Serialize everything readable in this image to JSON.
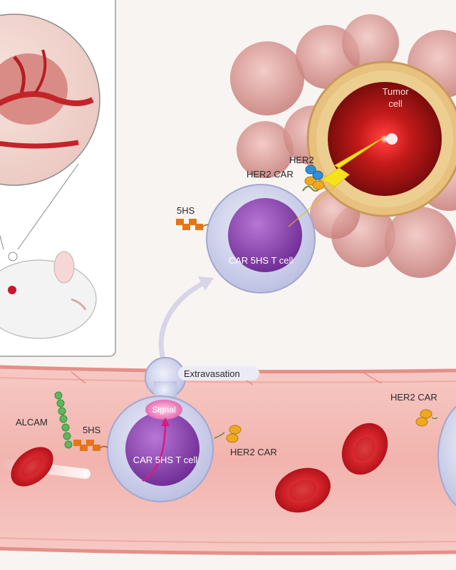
{
  "labels": {
    "tumor_cell": "Tumor\ncell",
    "her2": "HER2",
    "her2_car_top": "HER2 CAR",
    "fivehs_top": "5HS",
    "car_cell_top": "CAR 5HS T cell",
    "extravasation": "Extravasation",
    "signal": "Signal",
    "alcam": "ALCAM",
    "fivehs_bottom": "5HS",
    "her2_car_bottom": "HER2 CAR",
    "car_cell_bottom": "CAR 5HS T cell",
    "her2_car_right": "HER2 CAR"
  },
  "colors": {
    "vessel": "#f2b9b3",
    "vessel_wall": "#e58f88",
    "rbc": "#d4222a",
    "tumor_core": "#b81818",
    "tumor_capsule": "#e8c17f",
    "tcell_nucleus": "#8b3fb5",
    "tcell_membrane": "#c9c9e6",
    "alcam_beads": "#5cb85c",
    "fivehs": "#e3761a",
    "her2_car": "#f0a81e",
    "lightning": "#f5e21a",
    "signal_arrow": "#d81b7f"
  }
}
